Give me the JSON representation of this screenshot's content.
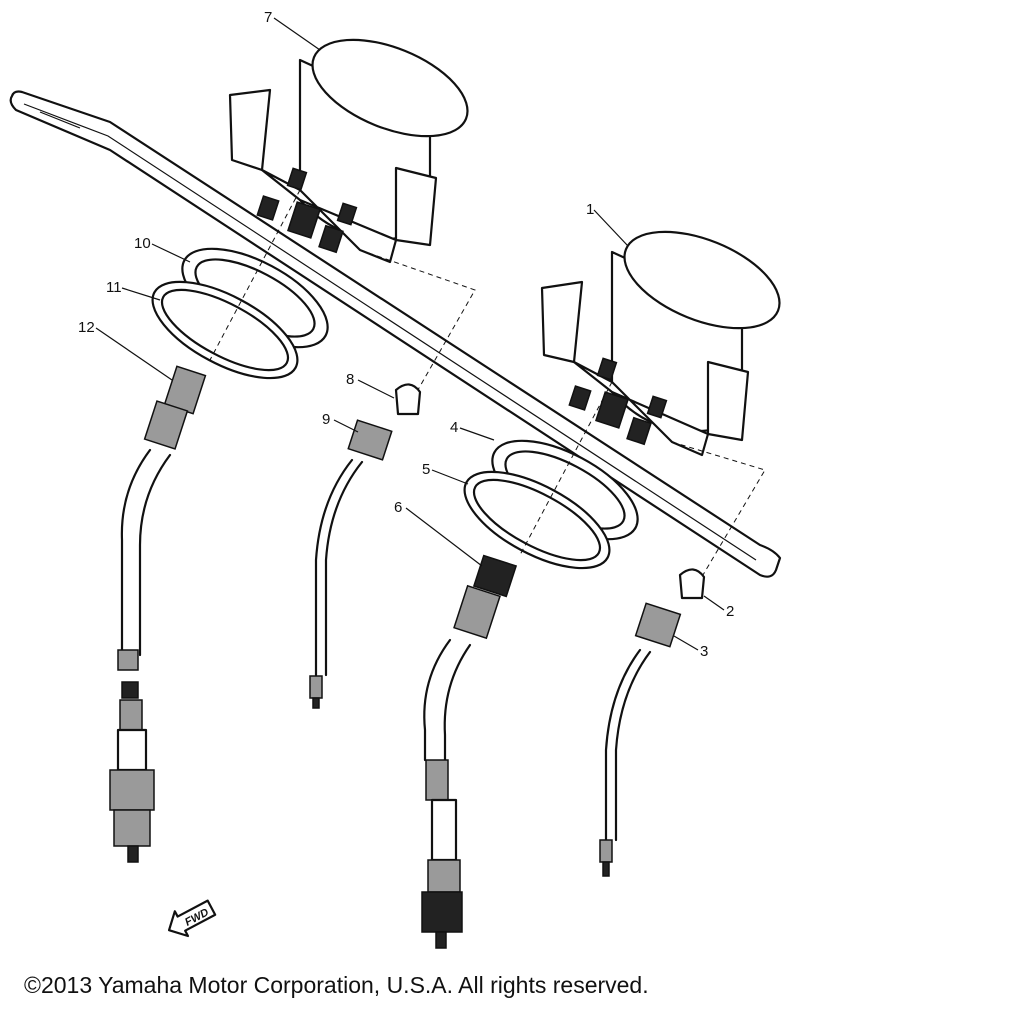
{
  "callouts": [
    {
      "id": "1",
      "text": "1"
    },
    {
      "id": "2",
      "text": "2"
    },
    {
      "id": "3",
      "text": "3"
    },
    {
      "id": "4",
      "text": "4"
    },
    {
      "id": "5",
      "text": "5"
    },
    {
      "id": "6",
      "text": "6"
    },
    {
      "id": "7",
      "text": "7"
    },
    {
      "id": "8",
      "text": "8"
    },
    {
      "id": "9",
      "text": "9"
    },
    {
      "id": "10",
      "text": "10"
    },
    {
      "id": "11",
      "text": "11"
    },
    {
      "id": "12",
      "text": "12"
    }
  ],
  "fwd_arrow": {
    "text": "FWD",
    "icon": "fwd-arrow-icon"
  },
  "copyright": "©2013 Yamaha Motor Corporation, U.S.A. All rights reserved."
}
